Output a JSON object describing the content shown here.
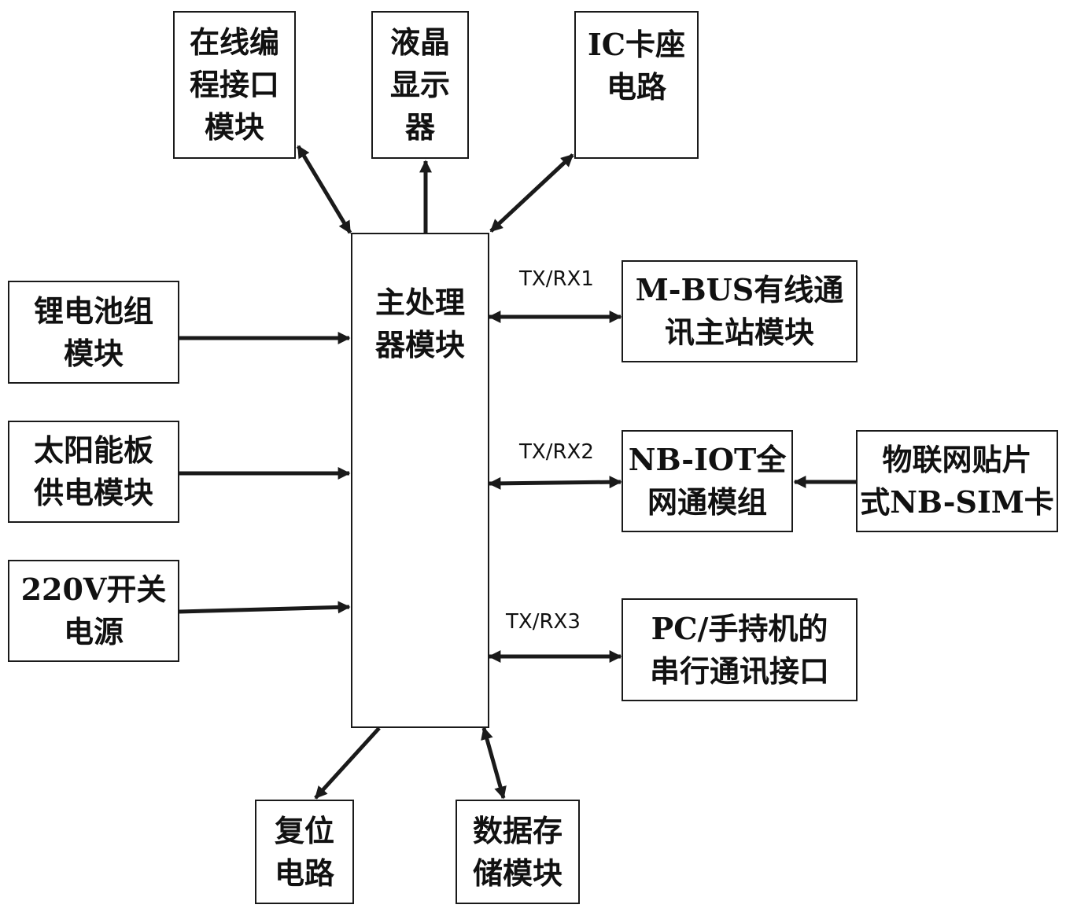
{
  "colors": {
    "stroke": "#1a1a1a",
    "background": "#ffffff"
  },
  "boxes": {
    "main_processor": "主处理\n器模块",
    "programming_interface": "在线编\n程接口\n模块",
    "lcd": "液晶\n显示\n器",
    "ic_card": "IC卡座\n电路",
    "lithium_battery": "锂电池组\n模块",
    "solar_panel": "太阳能板\n供电模块",
    "power_220v": "220V开关\n电源",
    "mbus_master": "M-BUS有线通\n讯主站模块",
    "nbiot_module": "NB-IOT全\n网通模组",
    "nb_sim": "物联网贴片\n式NB-SIM卡",
    "serial_interface": "PC/手持机的\n串行通讯接口",
    "reset_circuit": "复位\n电路",
    "storage_module": "数据存\n储模块"
  },
  "bus_labels": {
    "txrx1": "TX/RX1",
    "txrx2": "TX/RX2",
    "txrx3": "TX/RX3"
  }
}
